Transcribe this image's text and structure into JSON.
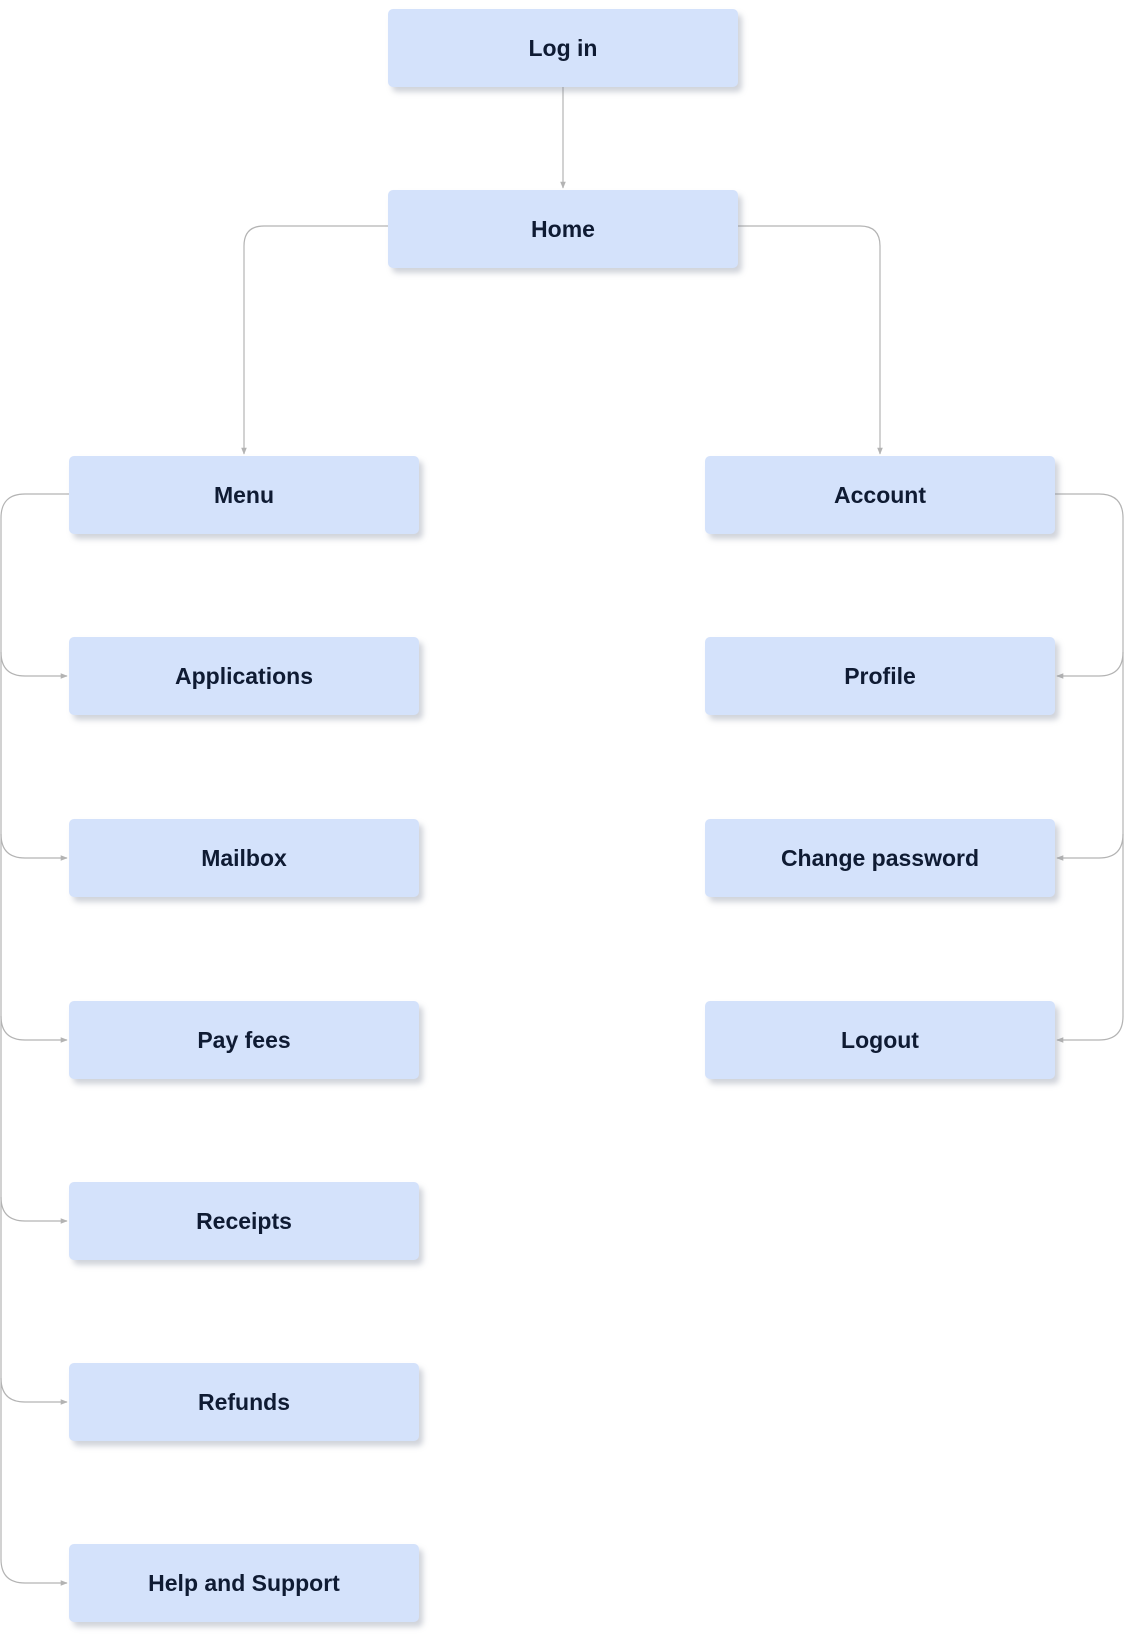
{
  "diagram": {
    "nodes": {
      "login": "Log in",
      "home": "Home",
      "menu": "Menu",
      "account": "Account",
      "applications": "Applications",
      "mailbox": "Mailbox",
      "pay_fees": "Pay fees",
      "receipts": "Receipts",
      "refunds": "Refunds",
      "help_support": "Help and Support",
      "profile": "Profile",
      "change_password": "Change password",
      "logout": "Logout"
    },
    "edges": [
      {
        "from": "login",
        "to": "home"
      },
      {
        "from": "home",
        "to": "menu"
      },
      {
        "from": "home",
        "to": "account"
      },
      {
        "from": "menu",
        "to": "applications"
      },
      {
        "from": "menu",
        "to": "mailbox"
      },
      {
        "from": "menu",
        "to": "pay_fees"
      },
      {
        "from": "menu",
        "to": "receipts"
      },
      {
        "from": "menu",
        "to": "refunds"
      },
      {
        "from": "menu",
        "to": "help_support"
      },
      {
        "from": "account",
        "to": "profile"
      },
      {
        "from": "account",
        "to": "change_password"
      },
      {
        "from": "account",
        "to": "logout"
      }
    ],
    "colors": {
      "node_fill": "#d4e2fb",
      "node_text": "#0f1b33",
      "connector": "#b3b3b3"
    }
  }
}
